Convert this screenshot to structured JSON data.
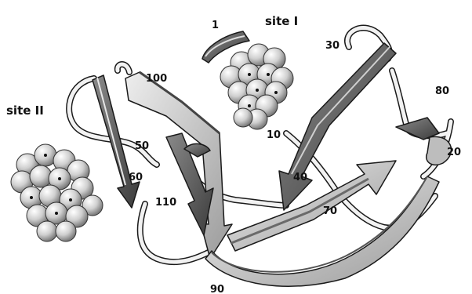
{
  "labels": {
    "site_1": "site I",
    "site_2": "site II",
    "residues": [
      "1",
      "10",
      "20",
      "30",
      "40",
      "50",
      "60",
      "70",
      "80",
      "90",
      "100",
      "110"
    ]
  },
  "colors": {
    "strand_light": "#dcdcdc",
    "strand_mid": "#a8a8a8",
    "strand_dark": "#5a5a5a",
    "loop": "#f2f2f2",
    "outline": "#1a1a1a",
    "sphere": "#cfcfcf"
  }
}
